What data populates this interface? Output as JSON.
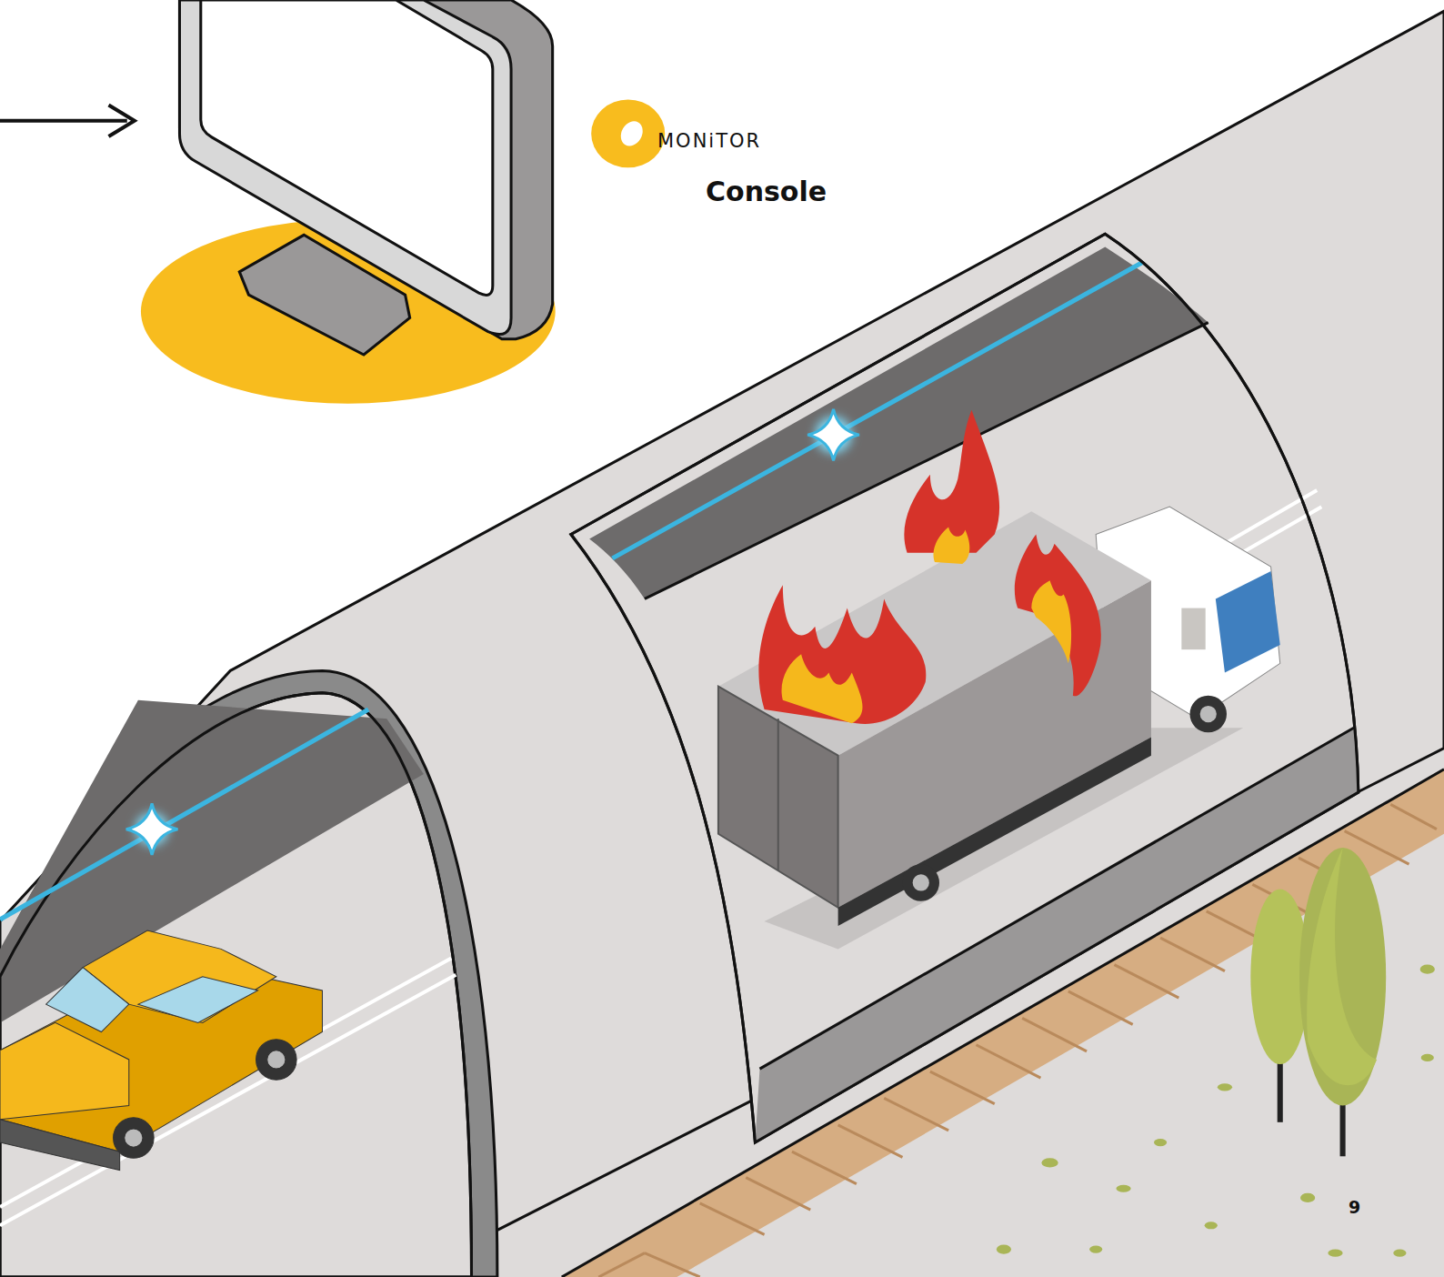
{
  "diagram": {
    "labels": [
      "MONiTOR",
      "Console",
      "9"
    ]
  }
}
